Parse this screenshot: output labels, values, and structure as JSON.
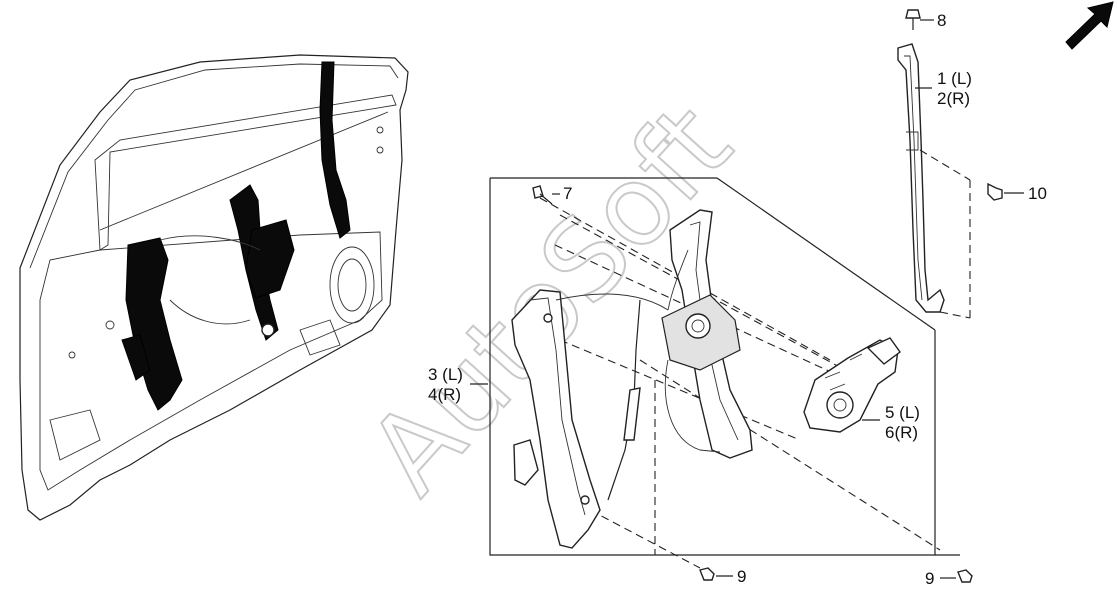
{
  "diagram": {
    "watermark": "AutoSoft",
    "callouts": [
      {
        "id": "c8",
        "text": "8"
      },
      {
        "id": "c1",
        "text": "1 (L)"
      },
      {
        "id": "c2",
        "text": "2(R)"
      },
      {
        "id": "c10",
        "text": "10"
      },
      {
        "id": "c7",
        "text": "7"
      },
      {
        "id": "c3",
        "text": "3 (L)"
      },
      {
        "id": "c4",
        "text": "4(R)"
      },
      {
        "id": "c5",
        "text": "5 (L)"
      },
      {
        "id": "c6",
        "text": "6(R)"
      },
      {
        "id": "c9a",
        "text": "9"
      },
      {
        "id": "c9b",
        "text": "9"
      }
    ],
    "icons": [
      "front-direction-arrow-icon",
      "bolt-icon",
      "door-shell",
      "window-regulator",
      "regulator-motor",
      "glass-run-channel"
    ]
  }
}
